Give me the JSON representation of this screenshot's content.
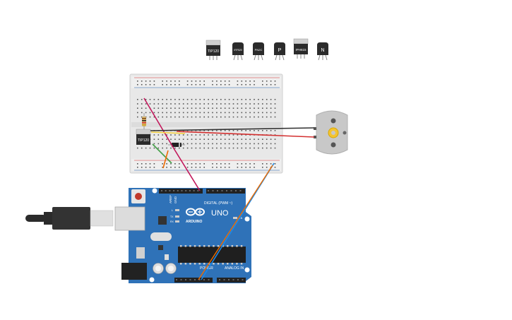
{
  "components_bar": {
    "items": [
      {
        "label": "TIP120",
        "style": "tab"
      },
      {
        "label": "IRF520",
        "style": "plain"
      },
      {
        "label": "PN2C",
        "style": "plain"
      },
      {
        "label": "P",
        "style": "plain"
      },
      {
        "label": "IPH615",
        "style": "tab"
      },
      {
        "label": "N",
        "style": "plain"
      }
    ]
  },
  "breadboard": {
    "transistor_label": "TIP120"
  },
  "arduino": {
    "brand": "UNO",
    "logo_text": "ARDUINO",
    "digital_header": "DIGITAL (PWM ~)",
    "power_header": "POWER",
    "analog_header": "ANALOG IN",
    "aref": "AREF",
    "gnd": "GND",
    "tx": "TX",
    "rx": "RX",
    "l_led": "L",
    "on_led": "ON"
  },
  "wires": {
    "magenta": "#c2185b",
    "black": "#333333",
    "red": "#d32f2f",
    "green": "#43a047",
    "orange": "#ef6c00",
    "yellow": "#f4d03f",
    "blue": "#1e88e5"
  },
  "colors": {
    "board_blue": "#2f72b8",
    "motor_gray": "#c8c8c8",
    "motor_hub": "#f4c430"
  }
}
